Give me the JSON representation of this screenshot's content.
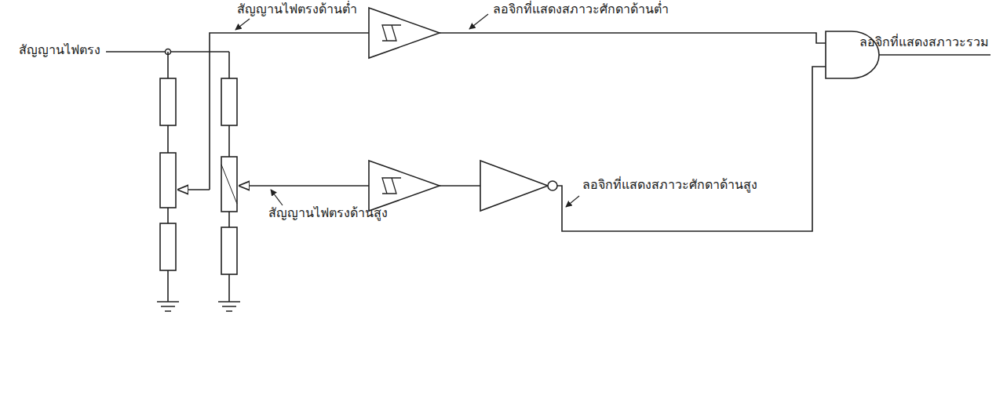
{
  "diagram": {
    "labels": [
      "สัญญานไฟตรงด้านต่ำ",
      "ลอจิกที่แสดงสภาวะศักดาด้านต่ำ",
      "สัญญานไฟตรง",
      "ลอจิกที่แสดงสภาวะรวม",
      "ลอจิกที่แสดงสภาวะศักดาด้านสูง",
      "สัญญานไฟตรงด้านสูง"
    ]
  }
}
